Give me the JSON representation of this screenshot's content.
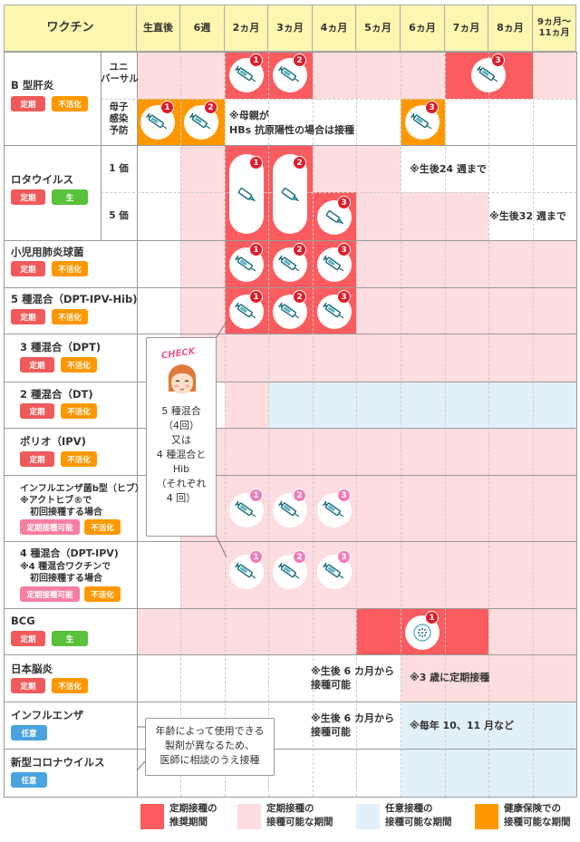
{
  "colors": {
    "recommended": "#fa5c5f",
    "possible": "#fddde0",
    "optional": "#e2f0fa",
    "insurance": "#ff9800",
    "header": "#fdf6b0"
  },
  "header": {
    "vaccine": "ワクチン",
    "cols": [
      "生直後",
      "6週",
      "2ヵ月",
      "3ヵ月",
      "4ヵ月",
      "5ヵ月",
      "6ヵ月",
      "7ヵ月",
      "8ヵ月",
      "9ヵ月〜\n11ヵ月"
    ]
  },
  "badges": {
    "regular": "定期",
    "inactivated": "不活化",
    "live": "生",
    "regular_possible": "定期接種可能",
    "optional": "任意"
  },
  "rows": {
    "hepb": {
      "name": "B 型肝炎",
      "sub1": "ユニ\nバーサル",
      "sub2": "母子\n感染\n予防"
    },
    "rota": {
      "name": "ロタウイルス",
      "sub1": "1 価",
      "sub2": "5 価"
    },
    "pneumo": {
      "name": "小児用肺炎球菌"
    },
    "dpt5": {
      "name": "5 種混合（DPT-IPV-Hib)"
    },
    "dpt3": {
      "name": "3 種混合（DPT)"
    },
    "dt2": {
      "name": "2 種混合（DT)"
    },
    "ipv": {
      "name": "ポリオ（IPV)"
    },
    "hib": {
      "name": "インフルエンザ菌b型（ヒブ）",
      "line2": "※アクトヒブ®で",
      "line3": "初回接種する場合"
    },
    "dpt4": {
      "name": "4 種混合（DPT-IPV)",
      "line2": "※4 種混合ワクチンで",
      "line3": "初回接種する場合"
    },
    "bcg": {
      "name": "BCG"
    },
    "je": {
      "name": "日本脳炎"
    },
    "flu": {
      "name": "インフルエンザ"
    },
    "covid": {
      "name": "新型コロナウイルス"
    }
  },
  "notes": {
    "hbs": "※母親が\nHBs 抗原陽性の場合は接種",
    "rota1": "※生後24 週まで",
    "rota5": "※生後32 週まで",
    "je1": "※生後 6 カ月から\n接種可能",
    "je2": "※3 歳に定期接種",
    "flu1": "※生後 6 カ月から\n接種可能",
    "flu2": "※毎年 10、11 月など",
    "check_title": "CHECK",
    "check_body": "5 種混合\n（4回）\n又は\n4 種混合と\nHib\n（それぞれ\n4 回）",
    "age_note": "年齢によって使用できる\n製剤が異なるため、\n医師に相談のうえ接種"
  },
  "legend": [
    {
      "label": "定期接種の\n推奨期間",
      "color": "#fa5c5f"
    },
    {
      "label": "定期接種の\n接種可能な期間",
      "color": "#fddde0"
    },
    {
      "label": "任意接種の\n接種可能な期間",
      "color": "#e2f0fa"
    },
    {
      "label": "健康保険での\n接種可能な期間",
      "color": "#ff9800"
    }
  ],
  "doses": {
    "d1": "1",
    "d2": "2",
    "d3": "3"
  },
  "icons": [
    "syringe-icon",
    "oral-tube-icon",
    "stamp-needle-icon"
  ]
}
